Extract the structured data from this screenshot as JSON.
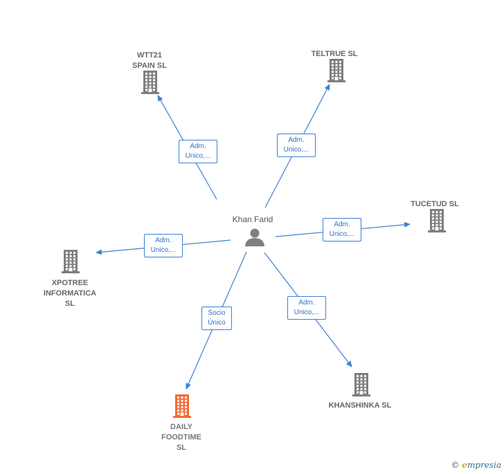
{
  "colors": {
    "edge": "#3d7fd3",
    "building": "#7f7f7f",
    "building_highlight": "#f26b35",
    "person": "#7f7f7f"
  },
  "center": {
    "label": "Khan Farid",
    "icon": "person-icon"
  },
  "nodes": [
    {
      "id": "wtt21",
      "label": "WTT21\nSPAIN  SL",
      "icon": "building-icon",
      "highlight": false
    },
    {
      "id": "teltrue",
      "label": "TELTRUE  SL",
      "icon": "building-icon",
      "highlight": false
    },
    {
      "id": "tucetud",
      "label": "TUCETUD  SL",
      "icon": "building-icon",
      "highlight": false
    },
    {
      "id": "xpotree",
      "label": "XPOTREE\nINFORMATICA\nSL",
      "icon": "building-icon",
      "highlight": false
    },
    {
      "id": "khanshinka",
      "label": "KHANSHINKA SL",
      "icon": "building-icon",
      "highlight": false
    },
    {
      "id": "daily",
      "label": "DAILY\nFOODTIME\nSL",
      "icon": "building-icon",
      "highlight": true
    }
  ],
  "edges": [
    {
      "to": "wtt21",
      "label": [
        "Adm.",
        "Unico,..."
      ]
    },
    {
      "to": "teltrue",
      "label": [
        "Adm.",
        "Unico,..."
      ]
    },
    {
      "to": "tucetud",
      "label": [
        "Adm.",
        "Unico,..."
      ]
    },
    {
      "to": "xpotree",
      "label": [
        "Adm.",
        "Unico,..."
      ]
    },
    {
      "to": "khanshinka",
      "label": [
        "Adm.",
        "Unico,..."
      ]
    },
    {
      "to": "daily",
      "label": [
        "Socio",
        "Único"
      ]
    }
  ],
  "brand": {
    "copyright": "©",
    "e": "e",
    "rest": "mpresia"
  }
}
